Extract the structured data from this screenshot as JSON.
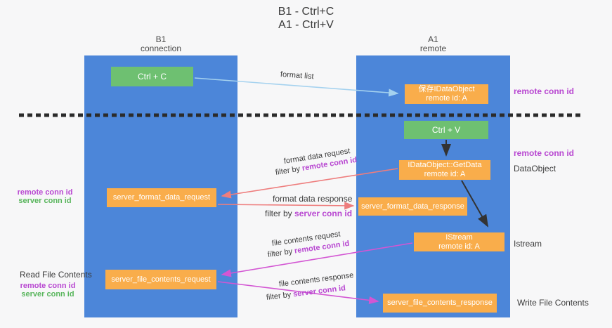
{
  "title": {
    "line1": "B1 - Ctrl+C",
    "line2": "A1 - Ctrl+V"
  },
  "columns": {
    "left": {
      "name": "B1",
      "role": "connection"
    },
    "right": {
      "name": "A1",
      "role": "remote"
    }
  },
  "nodes": {
    "ctrl_c": {
      "label": "Ctrl + C"
    },
    "ctrl_v": {
      "label": "Ctrl + V"
    },
    "saved_dataobject": {
      "line1": "保存IDataObject",
      "line2": "remote id: A"
    },
    "getdata": {
      "line1": "IDataObject::GetData",
      "line2": "remote id: A"
    },
    "istream": {
      "line1": "IStream",
      "line2": "remote id: A"
    },
    "server_format_data_request": {
      "label": "server_format_data_request"
    },
    "server_format_data_response": {
      "label": "server_format_data_response"
    },
    "server_file_contents_request": {
      "label": "server_file_contents_request"
    },
    "server_file_contents_response": {
      "label": "server_file_contents_response"
    }
  },
  "arrow_labels": {
    "format_list": "format list",
    "format_data_request": "format data request",
    "format_data_response": "format data response",
    "file_contents_request": "file contents request",
    "file_contents_response": "file contents response",
    "filter_by": "filter by ",
    "remote_conn_id": "remote conn id",
    "server_conn_id": "server conn id"
  },
  "side_labels": {
    "remote_conn_id": "remote conn id",
    "server_conn_id": "server conn id",
    "read_file_contents": "Read File Contents",
    "write_file_contents": "Write File Contents",
    "dataobject": "DataObject",
    "istream": "Istream"
  },
  "colors": {
    "column_blue": "#4c86d9",
    "node_orange": "#f9ad4b",
    "node_green": "#6ec071",
    "arrow_red": "#ee7d7d",
    "arrow_magenta": "#d356d3",
    "arrow_light_blue": "#a5d2ef",
    "arrow_black": "#333333",
    "highlight_purple": "#b847d1",
    "highlight_green": "#58b55c",
    "text_dark": "#3c3c3c"
  }
}
